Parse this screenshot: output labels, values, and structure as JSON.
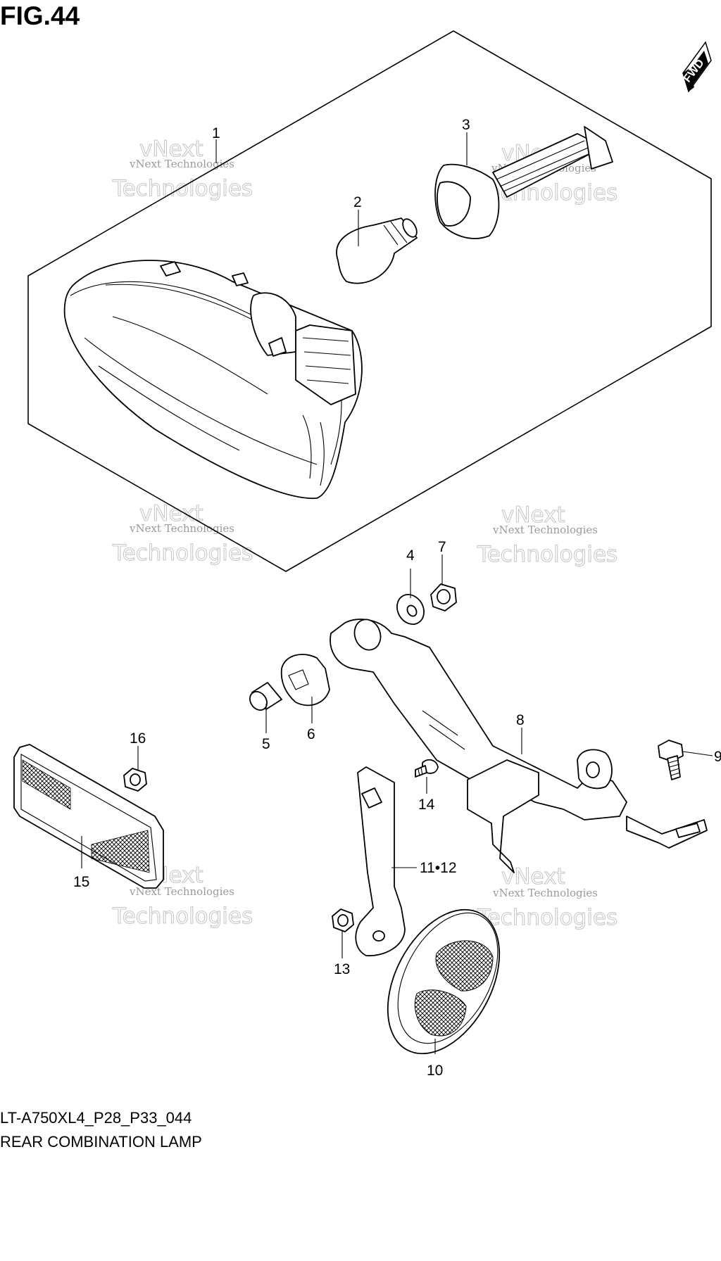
{
  "figure": {
    "title": "FIG.44",
    "model_code": "LT-A750XL4_P28_P33_044",
    "assembly_name": "REAR COMBINATION LAMP"
  },
  "direction_badge": {
    "label": "FWD"
  },
  "watermark": {
    "brand": "vNext",
    "company": "vNext Technologies",
    "word": "Technologies"
  },
  "callouts": [
    {
      "id": "1",
      "label": "1"
    },
    {
      "id": "2",
      "label": "2"
    },
    {
      "id": "3",
      "label": "3"
    },
    {
      "id": "4",
      "label": "4"
    },
    {
      "id": "5",
      "label": "5"
    },
    {
      "id": "6",
      "label": "6"
    },
    {
      "id": "7",
      "label": "7"
    },
    {
      "id": "8",
      "label": "8"
    },
    {
      "id": "9",
      "label": "9"
    },
    {
      "id": "10",
      "label": "10"
    },
    {
      "id": "11",
      "label": "11•12"
    },
    {
      "id": "13",
      "label": "13"
    },
    {
      "id": "14",
      "label": "14"
    },
    {
      "id": "15",
      "label": "15"
    },
    {
      "id": "16",
      "label": "16"
    }
  ]
}
